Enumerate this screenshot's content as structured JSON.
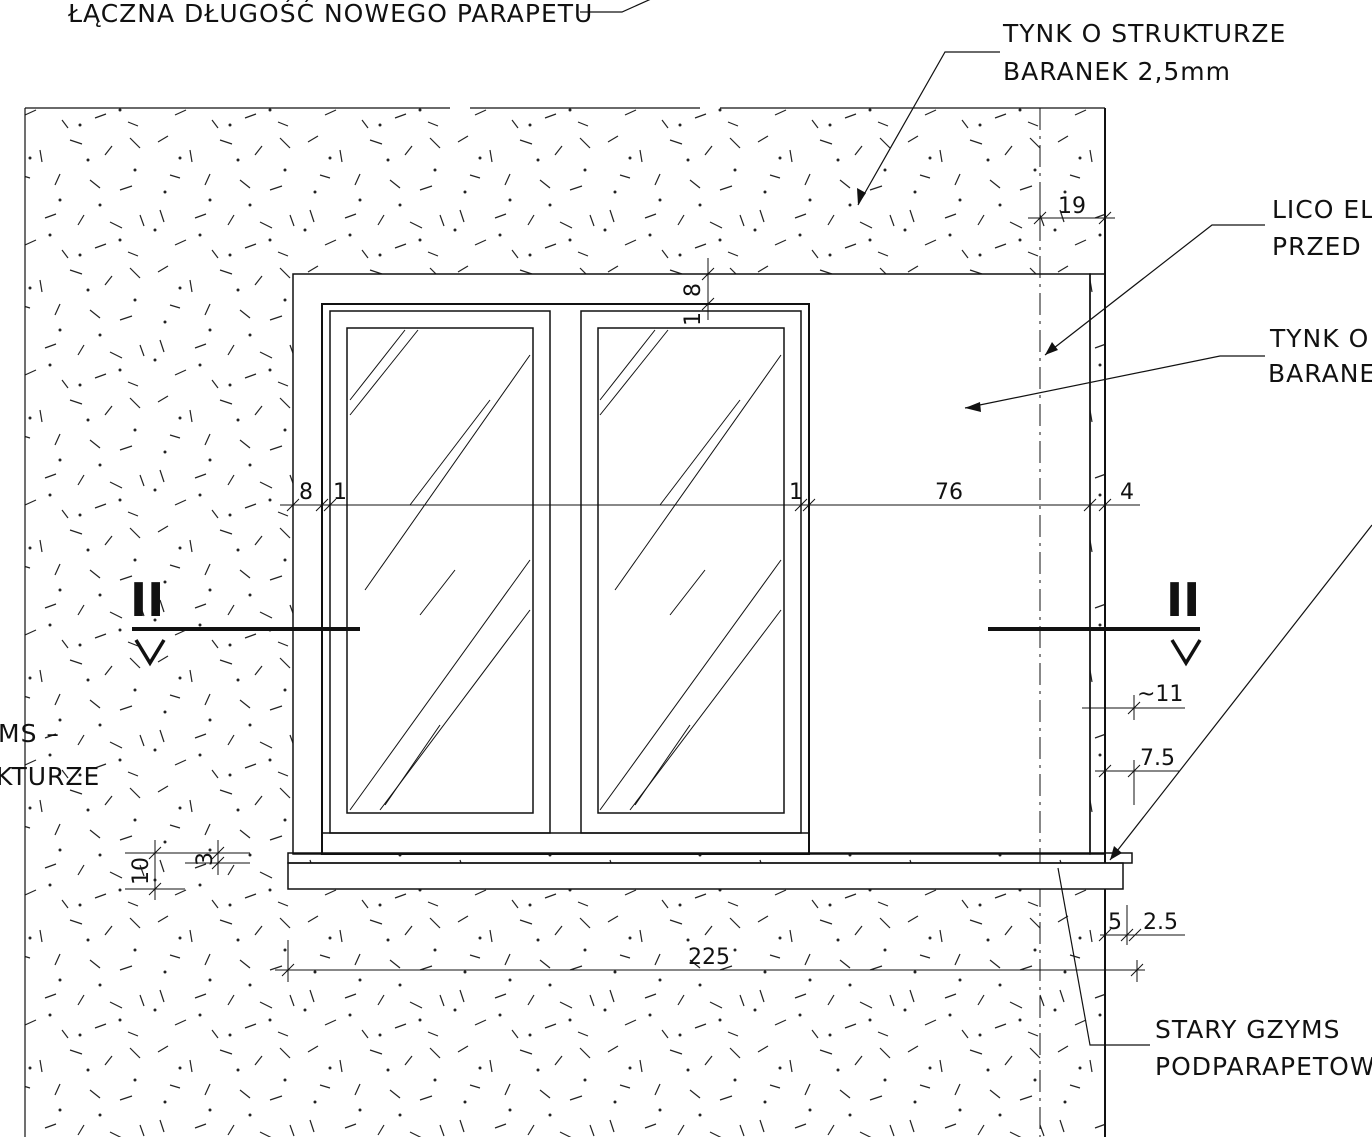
{
  "labels": {
    "top_left": "ŁĄCZNA DŁUGOŚĆ NOWEGO PARAPETU",
    "plaster_top_1": "TYNK O STRUKTURZE",
    "plaster_top_2": "BARANEK 2,5mm",
    "face_1": "LICO EL",
    "face_2": "PRZED",
    "plaster_right_1": "TYNK O",
    "plaster_right_2": "BARANE",
    "left_1": "MS –",
    "left_2": "KTURZE",
    "old_cornice_1": "STARY GZYMS",
    "old_cornice_2": "PODPARAPETOWY"
  },
  "section": {
    "left_mark": "II",
    "right_mark": "II"
  },
  "dims": {
    "d19": "19",
    "d8_top": "8",
    "d1_top": "1",
    "d8_left": "8",
    "d1_left": "1",
    "d1_right": "1",
    "d76": "76",
    "d4": "4",
    "d11": "~11",
    "d7_5": "7.5",
    "d10": "10",
    "d3": "3",
    "d225": "225",
    "d5": "5",
    "d2_5": "2.5"
  }
}
